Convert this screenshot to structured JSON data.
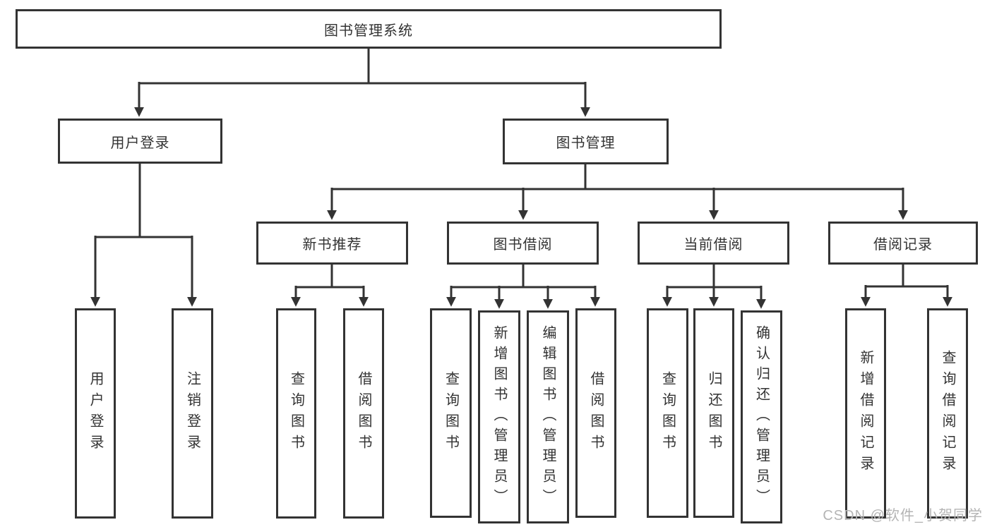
{
  "diagram_title": "图书管理系统",
  "tree": {
    "root": {
      "label": "图书管理系统"
    },
    "branches": [
      {
        "label": "用户登录",
        "children": [
          {
            "label": "用户登录"
          },
          {
            "label": "注销登录"
          }
        ]
      },
      {
        "label": "图书管理",
        "children": [
          {
            "label": "新书推荐",
            "children": [
              {
                "label": "查询图书"
              },
              {
                "label": "借阅图书"
              }
            ]
          },
          {
            "label": "图书借阅",
            "children": [
              {
                "label": "查询图书"
              },
              {
                "label": "新增图书（管理员）"
              },
              {
                "label": "编辑图书（管理员）"
              },
              {
                "label": "借阅图书"
              }
            ]
          },
          {
            "label": "当前借阅",
            "children": [
              {
                "label": "查询图书"
              },
              {
                "label": "归还图书"
              },
              {
                "label": "确认归还（管理员）"
              }
            ]
          },
          {
            "label": "借阅记录",
            "children": [
              {
                "label": "新增借阅记录"
              },
              {
                "label": "查询借阅记录"
              }
            ]
          }
        ]
      }
    ]
  },
  "watermark": {
    "text": "CSDN @软件_小贺同学"
  },
  "colors": {
    "line": "#333333",
    "box_border": "#333333",
    "text": "#333333",
    "watermark": "#b4b4b4",
    "background": "#ffffff"
  }
}
